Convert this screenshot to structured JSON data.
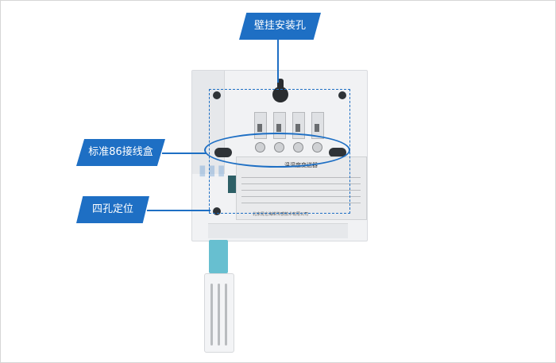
{
  "labels": {
    "wall_mount_hole": "壁挂安装孔",
    "standard_86_box": "标准86接线盒",
    "four_hole_positioning": "四孔定位"
  },
  "device": {
    "sticker_title": "温湿度变送器",
    "sticker_company": "北京昆仑海岸传感技术有限公司"
  },
  "colors": {
    "accent_blue": "#1e6fc4",
    "probe_neck": "#67bfd0"
  }
}
